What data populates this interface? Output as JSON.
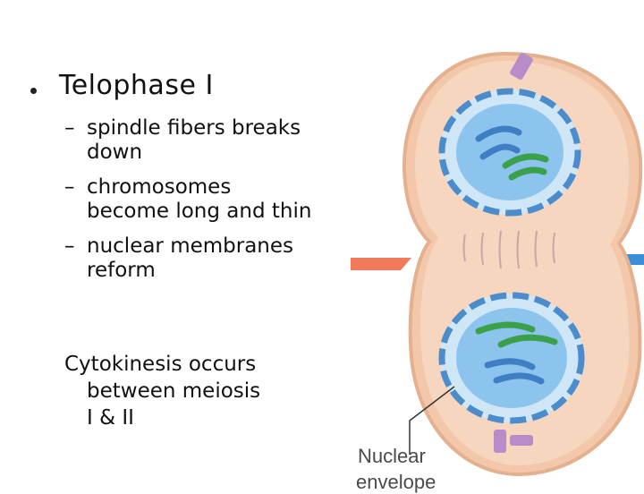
{
  "title": "Telophase I",
  "bullets": [
    {
      "dash": "–",
      "line1": "spindle fibers breaks",
      "line2": "down"
    },
    {
      "dash": "–",
      "line1": "chromosomes",
      "line2": "become long and thin"
    },
    {
      "dash": "–",
      "line1": "nuclear membranes",
      "line2": "reform"
    }
  ],
  "note": {
    "line1": "Cytokinesis  occurs",
    "line2": "between meiosis",
    "line3": "I & II"
  },
  "figure": {
    "label_line1": "Nuclear",
    "label_line2": "envelope"
  }
}
